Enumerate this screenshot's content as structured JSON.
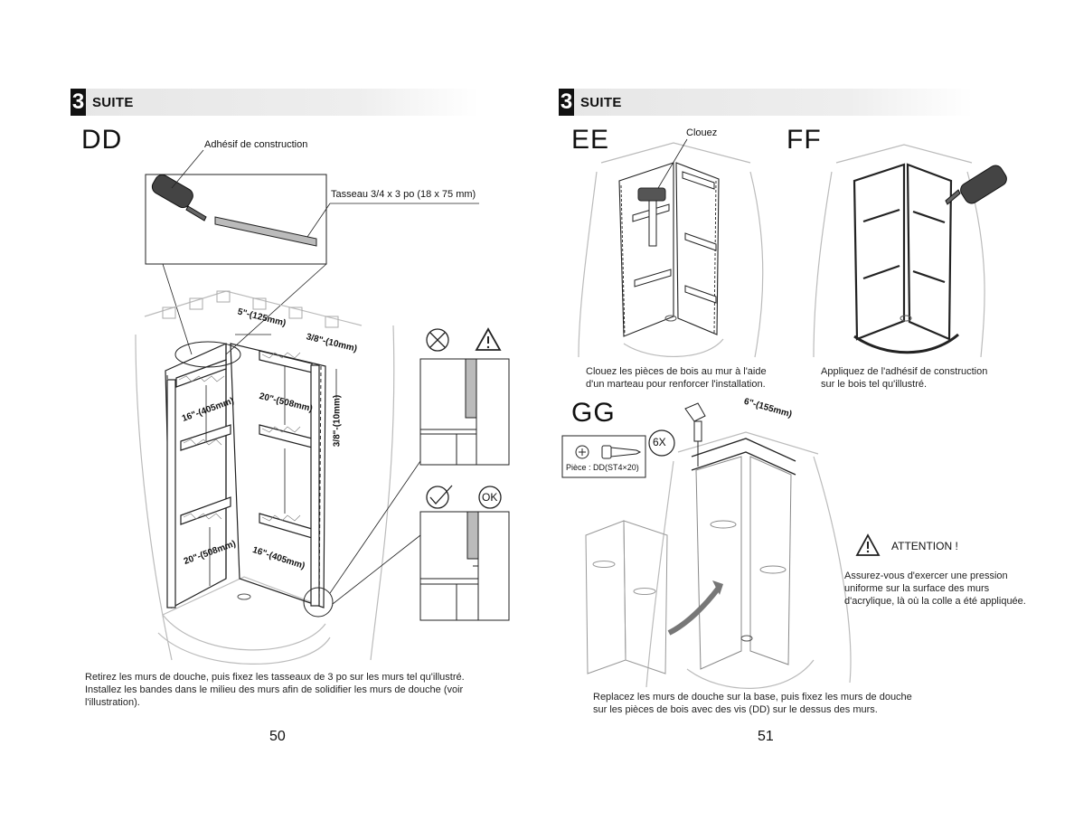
{
  "left_page": {
    "header": {
      "number": "3",
      "title": "SUITE"
    },
    "step": "DD",
    "labels": {
      "adhesive": "Adhésif de construction",
      "batten": "Tasseau 3/4 x 3 po (18 x 75 mm)"
    },
    "dimensions": {
      "top_spacing": "5\"-(125mm)",
      "right_top": "3/8\"-(10mm)",
      "right_side": "3/8\"-(10mm)",
      "left_upper": "16\"-(405mm)",
      "right_upper": "20\"-(508mm)",
      "left_lower": "20\"-(508mm)",
      "right_lower": "16\"-(405mm)"
    },
    "badge_ok": "OK",
    "caption": [
      "Retirez les murs de douche, puis fixez les tasseaux de 3 po sur les murs tel qu'illustré.",
      "Installez les bandes dans le milieu des murs afin de solidifier les murs de douche (voir l'illustration)."
    ],
    "page_number": "50"
  },
  "right_page": {
    "header": {
      "number": "3",
      "title": "SUITE"
    },
    "step_ee": "EE",
    "step_ff": "FF",
    "step_gg": "GG",
    "nail_label": "Clouez",
    "caption_ee": [
      "Clouez les pièces de bois au mur à l'aide",
      "d'un marteau pour renforcer l'installation."
    ],
    "caption_ff": [
      "Appliquez de l'adhésif de construction",
      "sur le bois tel qu'illustré."
    ],
    "part_label": "Pièce : DD(ST4×20)",
    "quantity": "6X",
    "gg_dimension": "6\"-(155mm)",
    "attention_title": "ATTENTION !",
    "attention_text": [
      "Assurez-vous d'exercer une pression",
      "uniforme sur la surface des murs",
      "d'acrylique, là où la colle a été appliquée."
    ],
    "caption_gg": [
      "Replacez les murs de douche sur la base, puis fixez les murs de douche",
      "sur les pièces de bois avec des vis (DD) sur le dessus des murs."
    ],
    "page_number": "51"
  }
}
